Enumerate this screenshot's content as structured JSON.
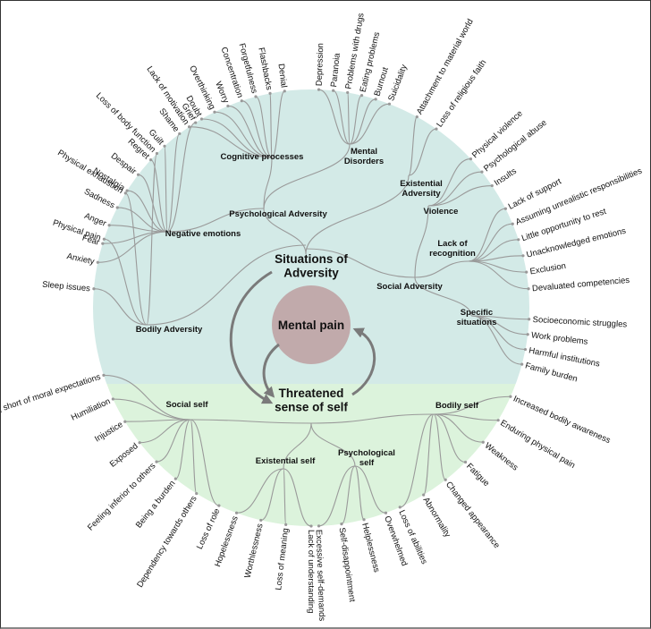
{
  "colors": {
    "adversity_region": "#d3eae7",
    "self_region": "#dcf3dc",
    "mental_pain_fill": "#c1aaab",
    "edge": "#9a9a9a",
    "cycle_arrow": "#7a7a7a"
  },
  "core": {
    "situations": [
      "Situations of",
      "Adversity"
    ],
    "mental_pain": "Mental pain",
    "threatened": [
      "Threatened",
      "sense of self"
    ]
  },
  "adversity": {
    "psychological": {
      "label": [
        "Psychological Adversity"
      ],
      "groups": [
        {
          "label": [
            "Negative emotions"
          ],
          "leaves": [
            "Grief",
            "Shame",
            "Guilt",
            "Regret",
            "Despair",
            "Nostalgia",
            "Sadness",
            "Anger",
            "Fear",
            "Anxiety"
          ]
        },
        {
          "label": [
            "Cognitive processes"
          ],
          "leaves": [
            "Lack of motivation",
            "Doubt",
            "Overthinking",
            "Worry",
            "Concentration",
            "Forgetfulness",
            "Flashbacks",
            "Denial"
          ]
        },
        {
          "label": [
            "Mental",
            "Disorders"
          ],
          "leaves": [
            "Depression",
            "Paranoia",
            "Problems with drugs",
            "Eating problems",
            "Burnout",
            "Suicidality"
          ]
        }
      ]
    },
    "social": {
      "label": [
        "Social Adversity"
      ],
      "groups": [
        {
          "label": [
            "Violence"
          ],
          "leaves": [
            "Physical violence",
            "Psychological abuse",
            "Insults"
          ]
        },
        {
          "label": [
            "Lack of",
            "recognition"
          ],
          "leaves": [
            "Lack of support",
            "Assuming unrealistic responsibilities",
            "Little opportunity to rest",
            "Unacknowledged emotions",
            "Exclusion",
            "Devaluated competencies"
          ]
        },
        {
          "label": [
            "Specific",
            "situations"
          ],
          "leaves": [
            "Socioeconomic struggles",
            "Work problems",
            "Harmful institutions",
            "Family burden"
          ]
        }
      ]
    },
    "existential": {
      "label": [
        "Existential",
        "Adversity"
      ],
      "leaves": [
        "Attachment to material world",
        "Loss of religious faith"
      ]
    },
    "bodily": {
      "label": [
        "Bodily Adversity"
      ],
      "leaves": [
        "Sleep issues",
        "Physical pain",
        "Physical exhaustion",
        "Loss of body function"
      ]
    }
  },
  "self": {
    "social": {
      "label": [
        "Social self"
      ],
      "leaves": [
        "Fear of falling short of moral expectations",
        "Humiliation",
        "Injustice",
        "Exposed",
        "Feeling inferior to others",
        "Being a burden",
        "Dependency towards others",
        "Loss of role"
      ]
    },
    "existential": {
      "label": [
        "Existential self"
      ],
      "leaves": [
        "Hopelessness",
        "Worthlessness",
        "Loss of meaning",
        "Lack of understanding"
      ]
    },
    "psychological": {
      "label": [
        "Psychological",
        "self"
      ],
      "leaves": [
        "Excessive self-demands",
        "Self-disappointment",
        "Helplessness",
        "Overwhelmed"
      ]
    },
    "bodily": {
      "label": [
        "Bodily self"
      ],
      "leaves": [
        "Increased bodily awareness",
        "Enduring physical pain",
        "Weakness",
        "Fatigue",
        "Changed appearance",
        "Abnormality",
        "Loss of abilities"
      ]
    }
  }
}
